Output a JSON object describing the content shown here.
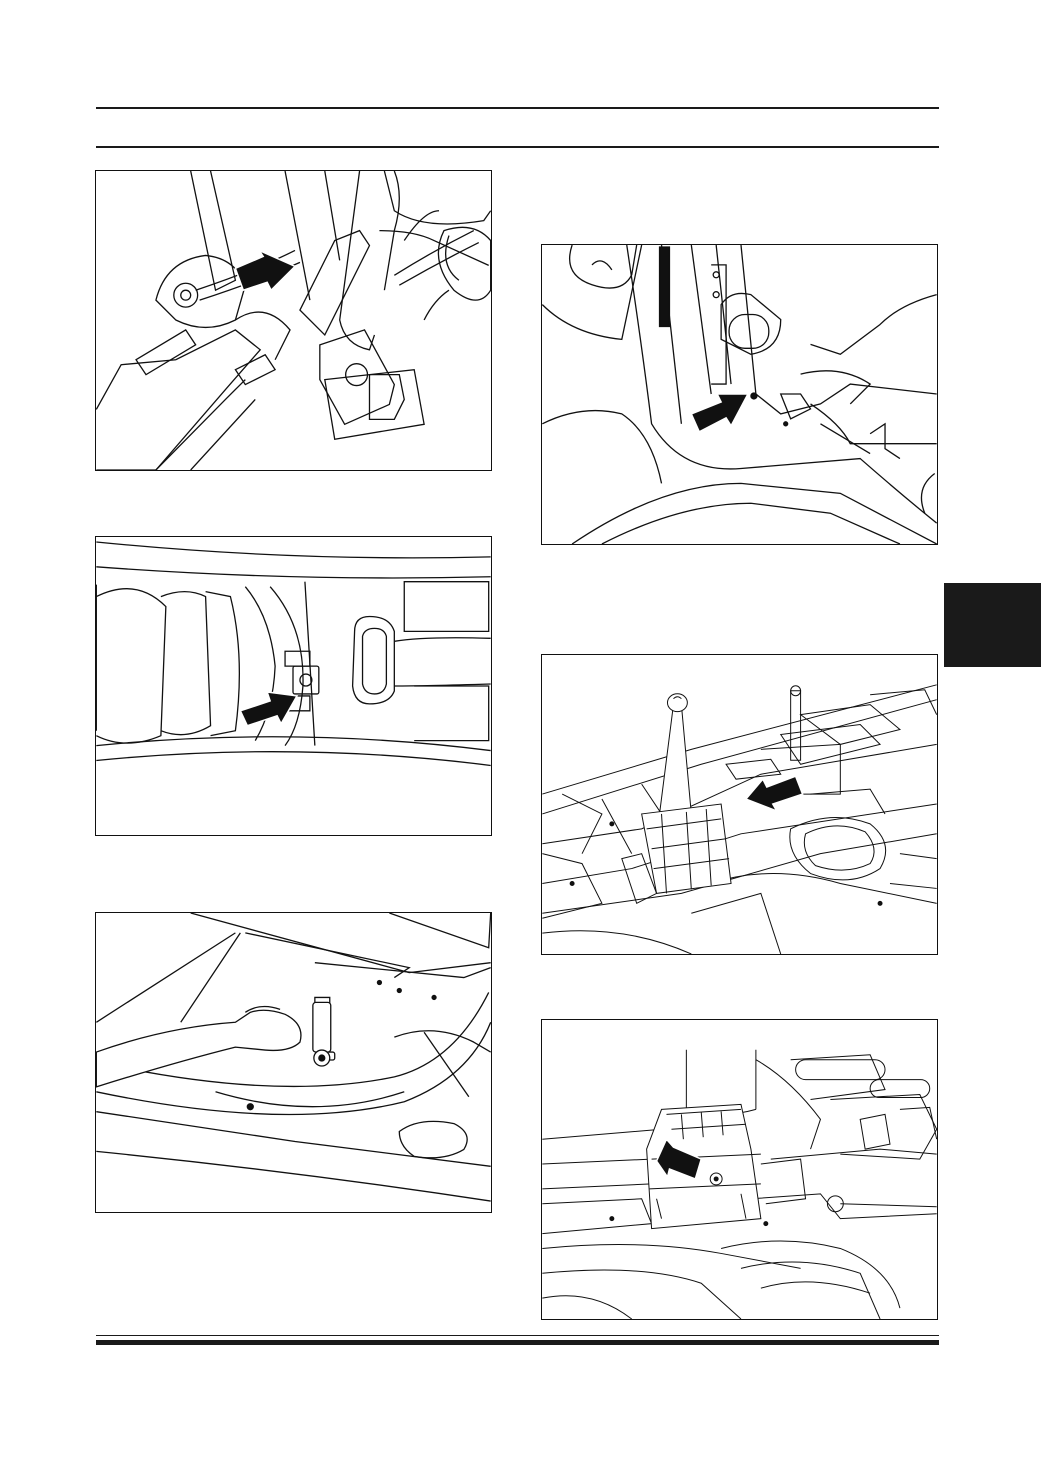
{
  "page": {
    "background": "#ffffff",
    "ink": "#1a1a1a"
  },
  "figures": [
    {
      "id": "fig-1",
      "icon": "arrow-right-icon",
      "subject": "cable-bracket-at-pedal"
    },
    {
      "id": "fig-2",
      "icon": "arrow-right-icon",
      "subject": "bracket-nut-on-panel"
    },
    {
      "id": "fig-3",
      "icon": "wrench-icon",
      "subject": "hand-with-ratchet-wrench"
    },
    {
      "id": "fig-4",
      "icon": "arrow-right-icon",
      "subject": "pillar-lower-fixing"
    },
    {
      "id": "fig-5",
      "icon": "arrow-left-icon",
      "subject": "gear-lever-on-floor-pan"
    },
    {
      "id": "fig-6",
      "icon": "arrow-right-icon",
      "subject": "selector-housing-fixing"
    }
  ],
  "section_tab": {
    "color": "#1a1a1a"
  }
}
